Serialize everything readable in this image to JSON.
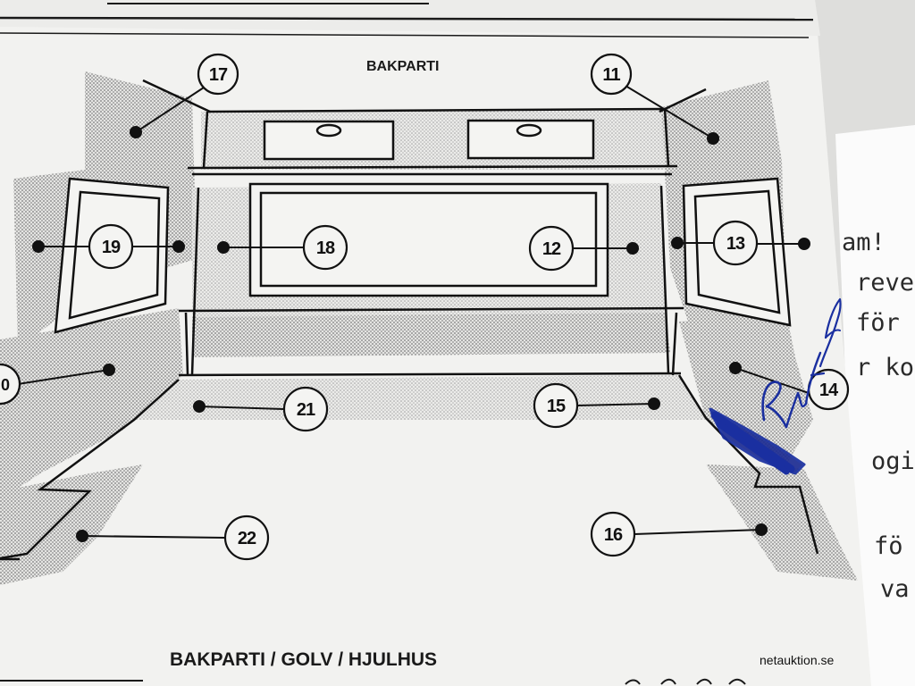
{
  "document": {
    "top_title": "BAKPARTI",
    "bottom_title": "BAKPARTI / GOLV / HJULHUS",
    "watermark": "netauktion.se",
    "handwritten_signature": "Rutken"
  },
  "background_letter": {
    "lines": [
      "am!",
      "revet",
      "för",
      "r ko",
      "ogi",
      "fö",
      "va"
    ]
  },
  "callouts": [
    {
      "id": "17",
      "label": "17"
    },
    {
      "id": "11",
      "label": "11"
    },
    {
      "id": "19",
      "label": "19"
    },
    {
      "id": "18",
      "label": "18"
    },
    {
      "id": "12",
      "label": "12"
    },
    {
      "id": "13",
      "label": "13"
    },
    {
      "id": "20",
      "label": "0"
    },
    {
      "id": "14",
      "label": "14"
    },
    {
      "id": "21",
      "label": "21"
    },
    {
      "id": "15",
      "label": "15"
    },
    {
      "id": "22",
      "label": "22"
    },
    {
      "id": "16",
      "label": "16"
    }
  ],
  "colors": {
    "paper": "#f2f2f0",
    "back_sheet": "#fbfbfb",
    "ink": "#1a1a1a",
    "pen": "#1a2fa0"
  }
}
